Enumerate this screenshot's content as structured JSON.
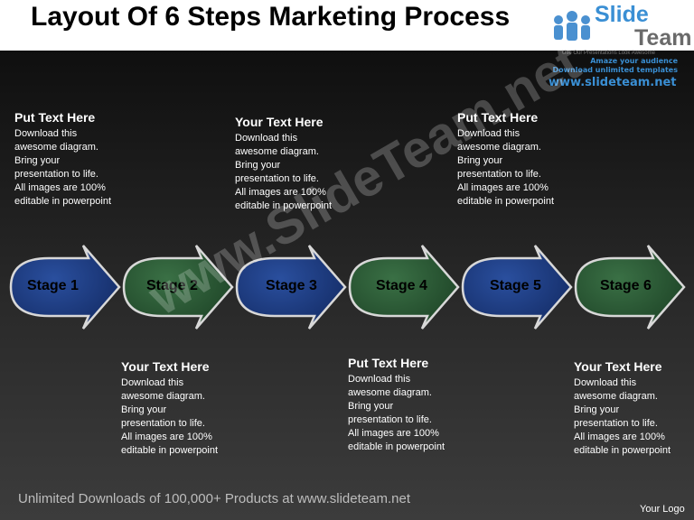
{
  "title": "Layout Of 6 Steps Marketing Process",
  "logo": {
    "slide": "Slide",
    "team": "Team",
    "tagline": "Use Our Presentations Look Awesome",
    "people_icon": "people-group-icon",
    "promo_line1": "Amaze your audience",
    "promo_line2": "Download unlimited templates",
    "url": "www.slideteam.net"
  },
  "colors": {
    "blue_stage": "#1f3f8a",
    "green_stage": "#2c5e36",
    "logo_blue": "#3a8fd4"
  },
  "stages": [
    {
      "label": "Stage 1",
      "color": "blue"
    },
    {
      "label": "Stage 2",
      "color": "green"
    },
    {
      "label": "Stage 3",
      "color": "blue"
    },
    {
      "label": "Stage 4",
      "color": "green"
    },
    {
      "label": "Stage 5",
      "color": "blue"
    },
    {
      "label": "Stage 6",
      "color": "green"
    }
  ],
  "top_blocks": [
    {
      "heading": "Put Text Here",
      "lines": [
        "Download this",
        "awesome diagram.",
        "Bring your",
        "presentation to life.",
        "All images are 100%",
        "editable in powerpoint"
      ]
    },
    {
      "heading": "Your Text Here",
      "lines": [
        "Download this",
        "awesome diagram.",
        "Bring your",
        "presentation to life.",
        "All images are 100%",
        "editable in powerpoint"
      ]
    },
    {
      "heading": "Put Text Here",
      "lines": [
        "Download this",
        "awesome diagram.",
        "Bring your",
        "presentation to life.",
        "All images are 100%",
        "editable in powerpoint"
      ]
    }
  ],
  "bottom_blocks": [
    {
      "heading": "Your Text Here",
      "lines": [
        "Download this",
        "awesome diagram.",
        "Bring your",
        "presentation to life.",
        "All images are 100%",
        "editable in powerpoint"
      ]
    },
    {
      "heading": "Put Text Here",
      "lines": [
        "Download this",
        "awesome diagram.",
        "Bring your",
        "presentation to life.",
        "All images are 100%",
        "editable in powerpoint"
      ]
    },
    {
      "heading": "Your Text Here",
      "lines": [
        "Download this",
        "awesome diagram.",
        "Bring your",
        "presentation to life.",
        "All images are 100%",
        "editable in powerpoint"
      ]
    }
  ],
  "watermark": "www.SlideTeam.net",
  "footer": "Unlimited Downloads of 100,000+ Products at www.slideteam.net",
  "your_logo": "Your Logo"
}
